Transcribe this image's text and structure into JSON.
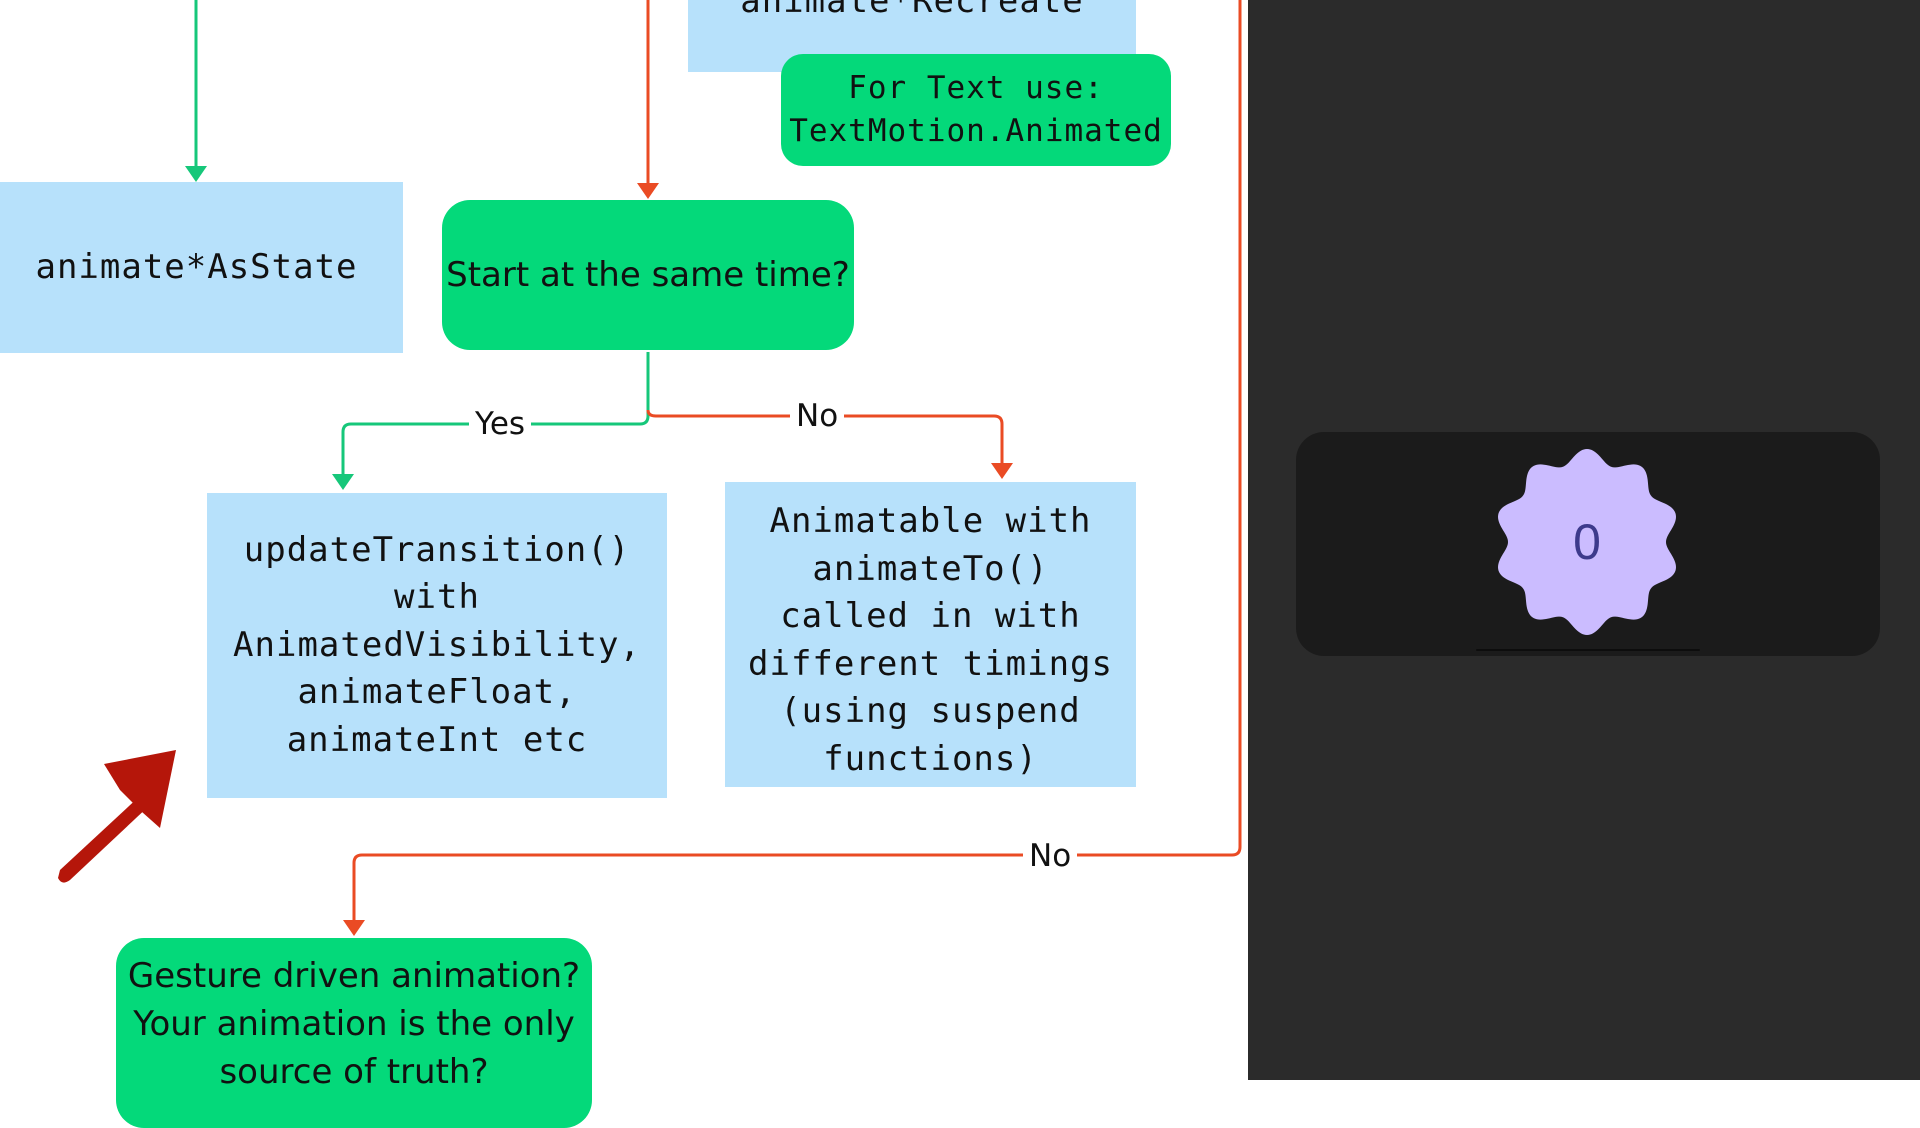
{
  "diagram": {
    "top_cut_box": "animate*Recreate",
    "text_note": "For Text use:\nTextMotion.Animated",
    "animate_as_state": "animate*AsState",
    "start_same_time": "Start at the same time?",
    "yes_label": "Yes",
    "no_label_1": "No",
    "update_transition": "updateTransition()\nwith\nAnimatedVisibility,\nanimateFloat,\nanimateInt etc",
    "animatable": "Animatable with\nanimateTo()\ncalled in with\ndifferent timings\n(using suspend\nfunctions)",
    "no_label_2": "No",
    "gesture_question": "Gesture driven animation?\nYour animation is the only\nsource of truth?"
  },
  "preview": {
    "counter": "0"
  },
  "colors": {
    "code_box": "#b7e1fb",
    "decision_box": "#04d97a",
    "yes_arrow": "#16c77a",
    "no_arrow": "#ea4b24",
    "pointer_arrow": "#b5160a",
    "badge": "#cbbcff",
    "panel_bg": "#2b2b2b",
    "card_bg": "#1b1b1b"
  }
}
